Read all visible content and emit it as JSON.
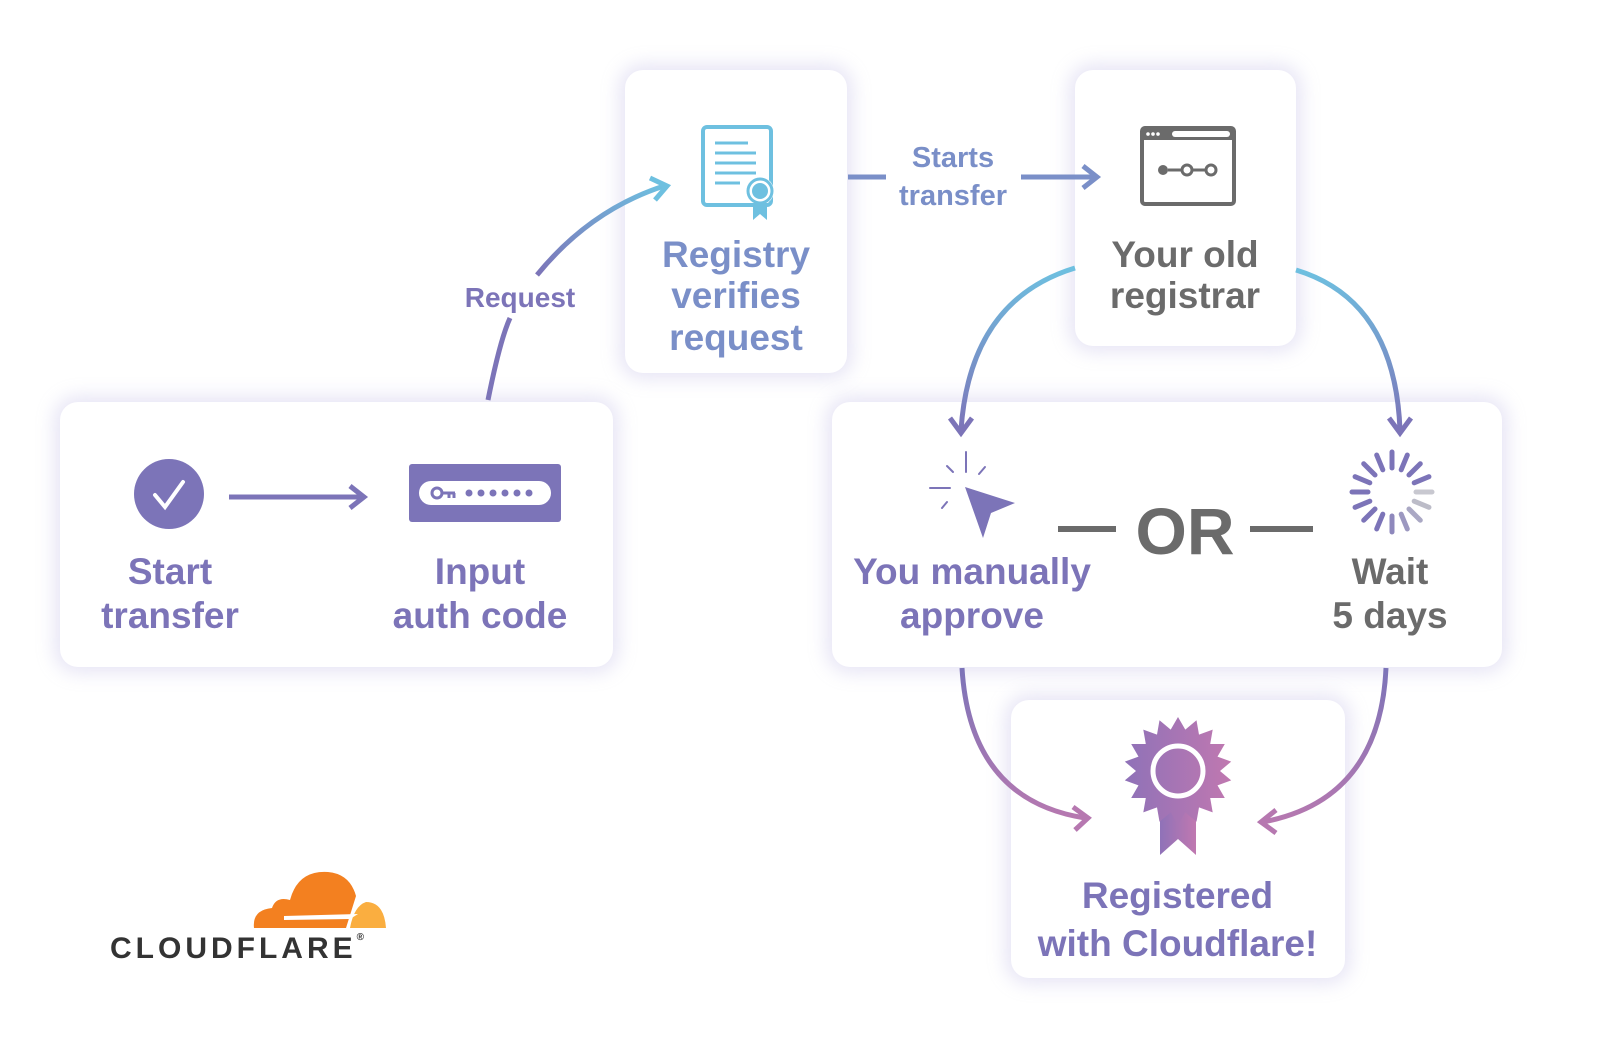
{
  "diagram": {
    "title": "Domain transfer to Cloudflare",
    "steps": {
      "start": {
        "line1": "Start",
        "line2": "transfer"
      },
      "auth": {
        "line1": "Input",
        "line2": "auth code"
      },
      "registry": {
        "line1": "Registry",
        "line2": "verifies",
        "line3": "request"
      },
      "old_registrar": {
        "line1": "Your old",
        "line2": "registrar"
      },
      "approve": {
        "line1": "You manually",
        "line2": "approve"
      },
      "wait": {
        "line1": "Wait",
        "line2": "5 days"
      },
      "done": {
        "line1": "Registered",
        "line2": "with Cloudflare!"
      }
    },
    "edges": {
      "request": "Request",
      "starts_transfer_1": "Starts",
      "starts_transfer_2": "transfer",
      "or": "OR"
    },
    "auth_mask": "••••••",
    "colors": {
      "purple": "#7c74b8",
      "blue": "#7a8fc8",
      "light_blue": "#6ec0e0",
      "gray": "#6b6b6b",
      "pink": "#b678b0",
      "orange": "#f38020",
      "orange_light": "#faae40"
    }
  },
  "logo": {
    "wordmark": "CLOUDFLARE",
    "registered": "®"
  }
}
